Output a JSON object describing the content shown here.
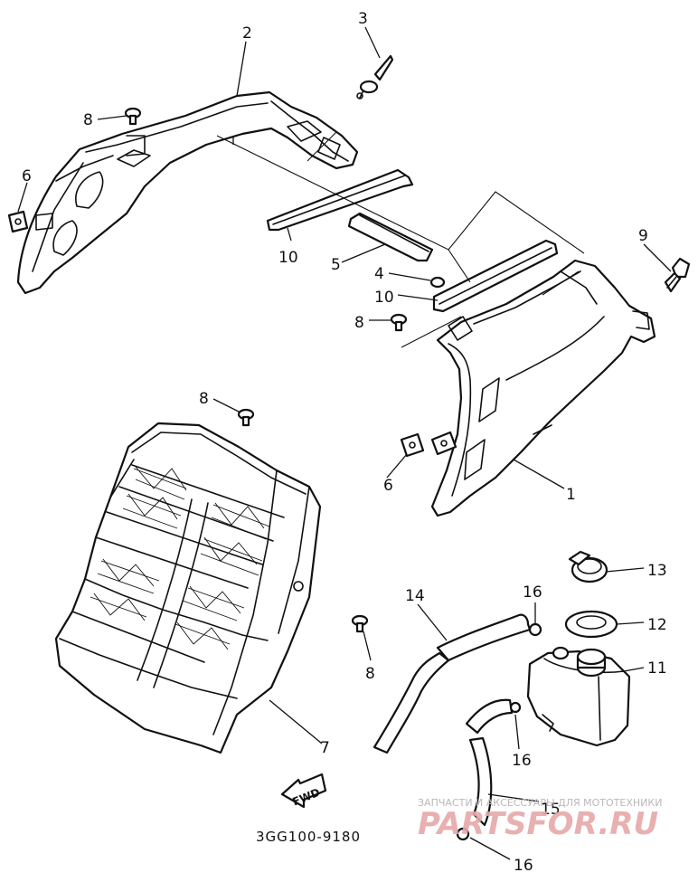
{
  "diagram": {
    "part_code": "3GG100-9180",
    "direction_label": "FWD",
    "callouts": [
      "1",
      "2",
      "3",
      "4",
      "5",
      "6",
      "6",
      "7",
      "8",
      "8",
      "8",
      "8",
      "9",
      "10",
      "10",
      "11",
      "12",
      "13",
      "14",
      "15",
      "16",
      "16",
      "16"
    ]
  },
  "watermark": {
    "tagline": "ЗАПЧАСТИ И АКСЕССУАРЫ ДЛЯ МОТОТЕХНИКИ",
    "logo": "PARTSFOR.RU"
  }
}
